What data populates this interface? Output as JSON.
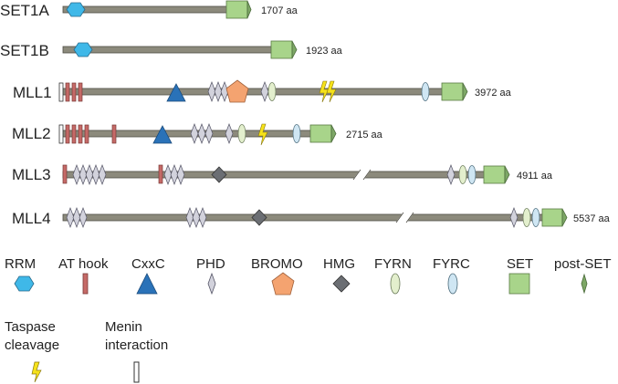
{
  "colors": {
    "backbone": "#8c8a7c",
    "backbone_stroke": "#4e4d45",
    "rrm": "#3fb8e8",
    "at_hook": "#c56a67",
    "cxxc": "#2a72b8",
    "phd": "#d2d2dc",
    "bromo": "#f4a370",
    "hmg": "#6b6e73",
    "fyrn": "#e3efcd",
    "fyrc": "#cfe6f3",
    "set": "#a8d48a",
    "post_set": "#7da766",
    "taspase": "#f6e21a",
    "menin": "#ffffff"
  },
  "proteins": [
    {
      "name": "SET1A",
      "length": "1707 aa",
      "length_aa": 1707,
      "domains": [
        "RRM",
        "SET",
        "post-SET"
      ]
    },
    {
      "name": "SET1B",
      "length": "1923 aa",
      "length_aa": 1923,
      "domains": [
        "RRM",
        "SET",
        "post-SET"
      ]
    },
    {
      "name": "MLL1",
      "length": "3972 aa",
      "length_aa": 3972,
      "domains": [
        "Menin interaction",
        "AT hook",
        "AT hook",
        "AT hook",
        "CxxC",
        "PHD",
        "PHD",
        "PHD",
        "BROMO",
        "PHD",
        "FYRN",
        "Taspase cleavage",
        "Taspase cleavage",
        "FYRC",
        "SET",
        "post-SET"
      ]
    },
    {
      "name": "MLL2",
      "length": "2715 aa",
      "length_aa": 2715,
      "domains": [
        "Menin interaction",
        "AT hook",
        "AT hook",
        "AT hook",
        "AT hook",
        "AT hook",
        "CxxC",
        "PHD",
        "PHD",
        "PHD",
        "PHD",
        "FYRN",
        "Taspase cleavage",
        "FYRC",
        "SET",
        "post-SET"
      ]
    },
    {
      "name": "MLL3",
      "length": "4911 aa",
      "length_aa": 4911,
      "domains": [
        "AT hook",
        "PHD",
        "PHD",
        "PHD",
        "PHD",
        "PHD",
        "AT hook",
        "PHD",
        "PHD",
        "PHD",
        "HMG",
        "PHD",
        "FYRN",
        "FYRC",
        "SET",
        "post-SET"
      ],
      "break": true
    },
    {
      "name": "MLL4",
      "length": "5537 aa",
      "length_aa": 5537,
      "domains": [
        "PHD",
        "PHD",
        "PHD",
        "PHD",
        "PHD",
        "PHD",
        "HMG",
        "PHD",
        "FYRN",
        "FYRC",
        "SET",
        "post-SET"
      ],
      "break": true
    }
  ],
  "legend": [
    {
      "label": "RRM",
      "icon": "hexagon"
    },
    {
      "label": "AT hook",
      "icon": "bar"
    },
    {
      "label": "CxxC",
      "icon": "triangle"
    },
    {
      "label": "PHD",
      "icon": "diamond"
    },
    {
      "label": "BROMO",
      "icon": "pentagon"
    },
    {
      "label": "HMG",
      "icon": "square-diamond"
    },
    {
      "label": "FYRN",
      "icon": "ellipse"
    },
    {
      "label": "FYRC",
      "icon": "ellipse"
    },
    {
      "label": "SET",
      "icon": "square"
    },
    {
      "label": "post-SET",
      "icon": "narrow-diamond"
    }
  ],
  "legend_extra": [
    {
      "label": "Taspase\ncleavage",
      "icon": "lightning"
    },
    {
      "label": "Menin\ninteraction",
      "icon": "open-bar"
    }
  ]
}
